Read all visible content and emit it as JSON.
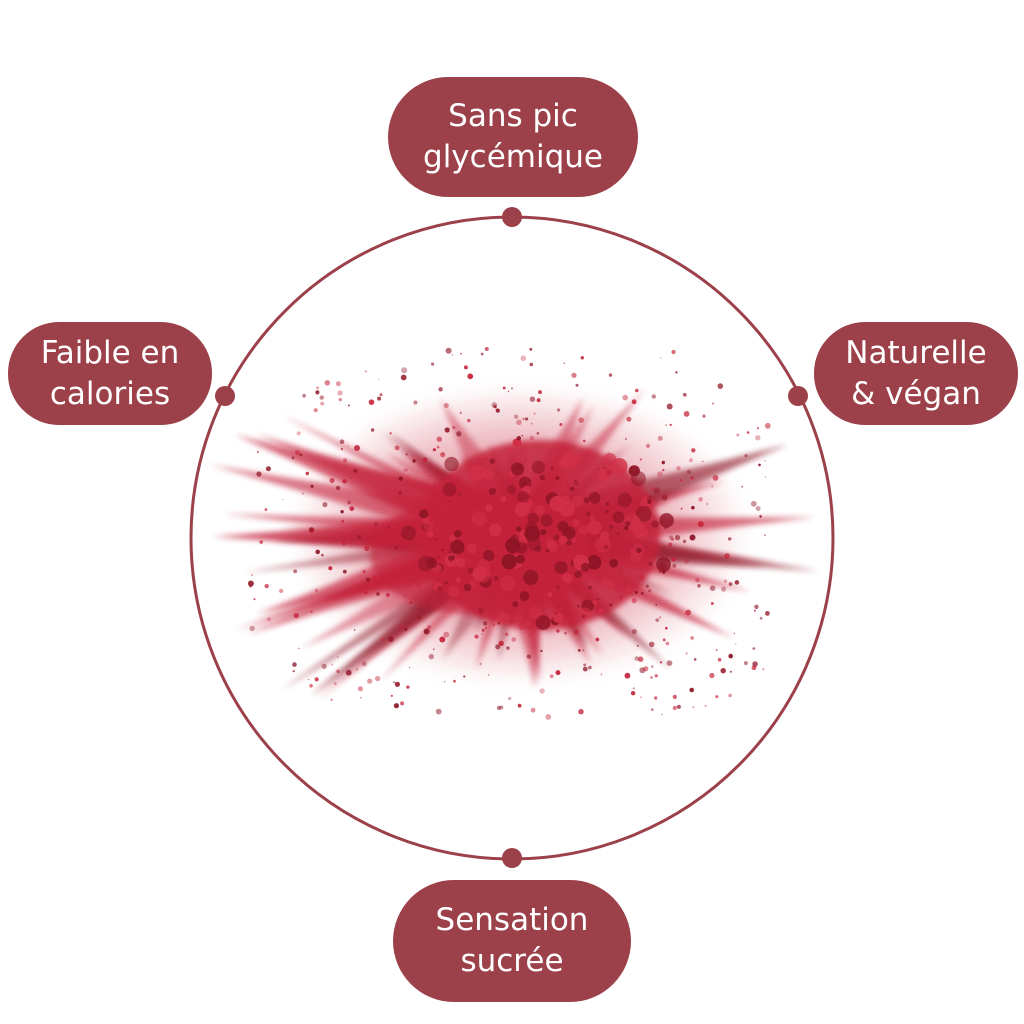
{
  "colors": {
    "accent": "#9c404a",
    "powder": "#c4243a",
    "powder_dark": "#8f1526",
    "background": "#ffffff"
  },
  "diagram": {
    "center_image": "red-powder-explosion",
    "features": {
      "top": {
        "line1": "Sans pic",
        "line2": "glycémique"
      },
      "left": {
        "line1": "Faible en",
        "line2": "calories"
      },
      "right": {
        "line1": "Naturelle",
        "line2": "& végan"
      },
      "bottom": {
        "line1": "Sensation",
        "line2": "sucrée"
      }
    }
  }
}
